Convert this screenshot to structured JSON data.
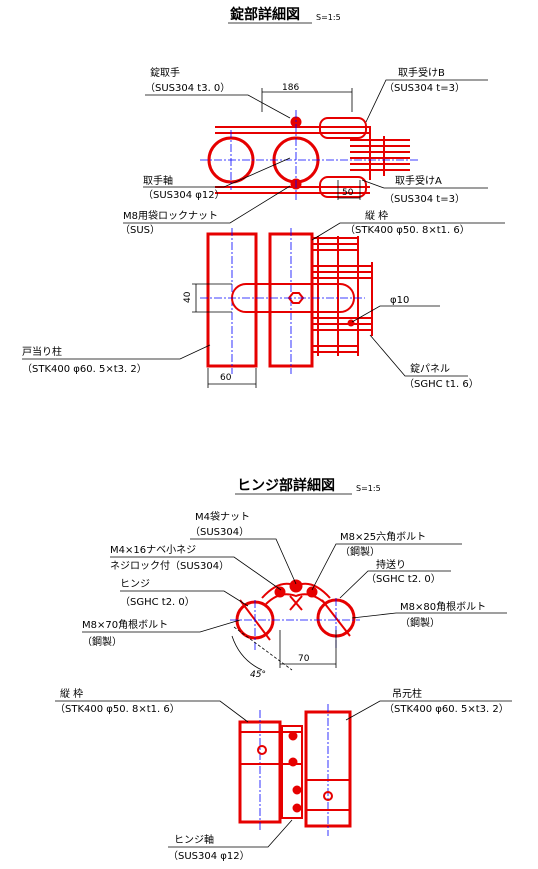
{
  "lock": {
    "title": "錠部詳細図",
    "scale": "S=1:5",
    "labels": {
      "handle": "錠取手",
      "handle_spec": "（SUS304  t3. 0）",
      "handle_shaft": "取手軸",
      "handle_shaft_spec": "（SUS304  φ12）",
      "locknut": "M8用袋ロックナット",
      "locknut_spec": "（SUS）",
      "receiver_b": "取手受けB",
      "receiver_b_spec": "（SUS304  t=3）",
      "receiver_a": "取手受けA",
      "receiver_a_spec": "（SUS304  t=3）",
      "vertical_frame": "縦  枠",
      "vertical_frame_spec": "（STK400  φ50. 8×t1. 6）",
      "door_stop_post": "戸当り柱",
      "door_stop_post_spec": "（STK400  φ60. 5×t3. 2）",
      "lock_panel": "錠パネル",
      "lock_panel_spec": "（SGHC  t1. 6）"
    },
    "dims": {
      "d186": "186",
      "d50": "50",
      "d40": "40",
      "d60": "60",
      "phi10": "φ10"
    }
  },
  "hinge": {
    "title": "ヒンジ部詳細図",
    "scale": "S=1:5",
    "labels": {
      "m4_nut": "M4袋ナット",
      "m4_nut_spec": "（SUS304）",
      "m4_screw": "M4×16ナベ小ネジ",
      "m4_screw_spec": "ネジロック付（SUS304）",
      "hinge": "ヒンジ",
      "hinge_spec": "（SGHC  t2. 0）",
      "m8_70": "M8×70角根ボルト",
      "m8_70_spec": "（鋼製）",
      "m8_25": "M8×25六角ボルト",
      "m8_25_spec": "（鋼製）",
      "holder": "持送り",
      "holder_spec": "（SGHC  t2. 0）",
      "m8_80": "M8×80角根ボルト",
      "m8_80_spec": "（鋼製）",
      "vertical_frame": "縦  枠",
      "vertical_frame_spec": "（STK400  φ50. 8×t1. 6）",
      "hang_post": "吊元柱",
      "hang_post_spec": "（STK400  φ60. 5×t3. 2）",
      "hinge_shaft": "ヒンジ軸",
      "hinge_shaft_spec": "（SUS304  φ12）"
    },
    "dims": {
      "d70": "70",
      "a45": "45°"
    }
  }
}
